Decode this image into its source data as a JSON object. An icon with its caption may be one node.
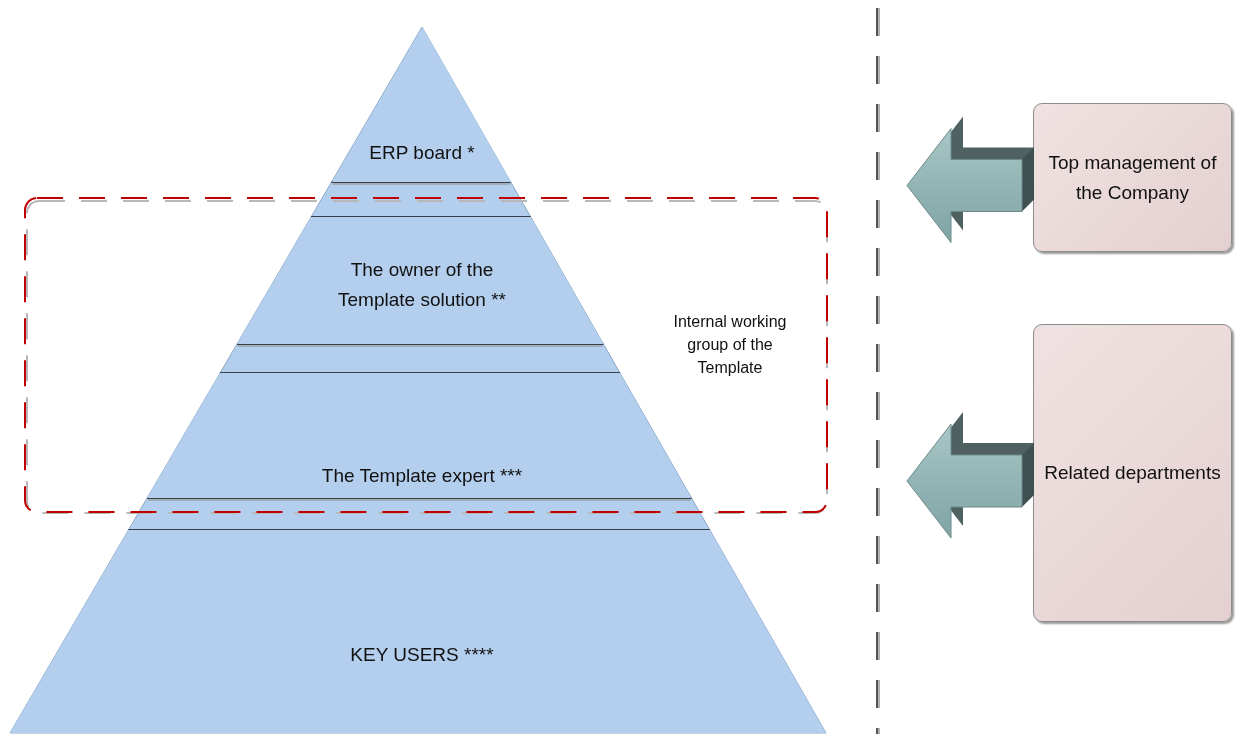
{
  "diagram": {
    "nodes": [
      {
        "text": [
          "ERP board *"
        ]
      },
      {
        "text": [
          "The owner of the Template solution **"
        ],
        "in": 4
      },
      {
        "text": [
          "The Template expert ***"
        ],
        "in": 4
      },
      {
        "text": [
          "KEY USERS ****"
        ]
      },
      {
        "text": [
          "Internal working group of the Template"
        ]
      },
      {
        "text": [
          "Top management of the Company"
        ]
      },
      {
        "text": [
          "Related departments"
        ]
      }
    ],
    "edges": [
      {
        "from": 5,
        "to": null,
        "arrow": "to"
      },
      {
        "from": 6,
        "to": null,
        "arrow": "to"
      }
    ]
  }
}
